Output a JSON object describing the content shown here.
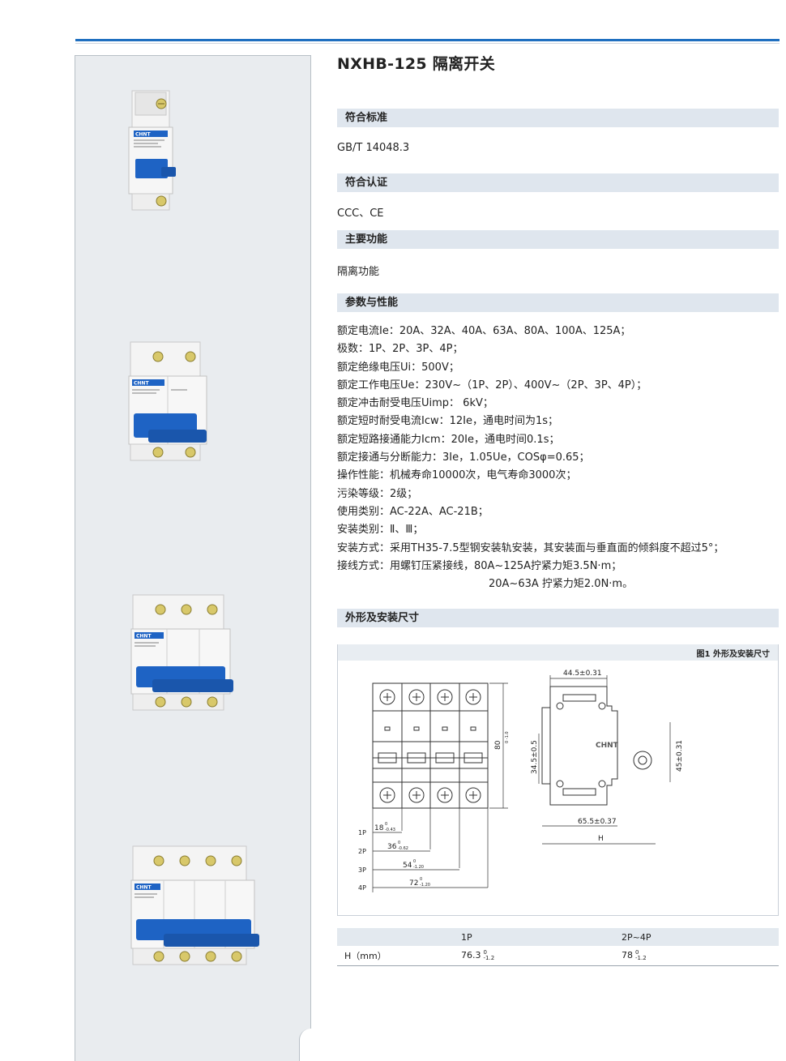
{
  "title": "NXHB-125 隔离开关",
  "sections": {
    "standard": {
      "heading": "符合标准",
      "text": "GB/T 14048.3"
    },
    "certification": {
      "heading": "符合认证",
      "text": "CCC、CE"
    },
    "function": {
      "heading": "主要功能",
      "text": "隔离功能"
    },
    "parameters": {
      "heading": "参数与性能",
      "items": [
        "额定电流Ie：20A、32A、40A、63A、80A、100A、125A；",
        "极数：1P、2P、3P、4P；",
        "额定绝缘电压Ui：500V；",
        "额定工作电压Ue：230V~（1P、2P）、400V~（2P、3P、4P）；",
        "额定冲击耐受电压Uimp： 6kV；",
        "额定短时耐受电流Icw：12Ie，通电时间为1s；",
        "额定短路接通能力Icm：20Ie，通电时间0.1s；",
        "额定接通与分断能力：3Ie，1.05Ue，COSφ=0.65；",
        "操作性能：机械寿命10000次，电气寿命3000次；",
        "污染等级：2级；",
        "使用类别：AC-22A、AC-21B；",
        "安装类别：Ⅱ、Ⅲ；",
        "安装方式：采用TH35-7.5型钢安装轨安装，其安装面与垂直面的倾斜度不超过5°；",
        "接线方式：用螺钉压紧接线，80A~125A拧紧力矩3.5N·m；",
        "20A~63A 拧紧力矩2.0N·m。"
      ]
    },
    "dimensions": {
      "heading": "外形及安装尺寸"
    }
  },
  "figure": {
    "caption": "图1  外形及安装尺寸",
    "labels": {
      "w1": "18",
      "w1_tol_top": "0",
      "w1_tol_bot": "-0.43",
      "w2": "36",
      "w2_tol_top": "0",
      "w2_tol_bot": "-0.62",
      "w3": "54",
      "w3_tol_top": "0",
      "w3_tol_bot": "-1.20",
      "w4": "72",
      "w4_tol_top": "0",
      "w4_tol_bot": "-1.20",
      "height80": "80",
      "height80_tol": "0 -1.0",
      "p1": "1P",
      "p2": "2P",
      "p3": "3P",
      "p4": "4P",
      "depth_top": "44.5±0.31",
      "depth_left": "34.5±0.5",
      "height_right": "45±0.31",
      "depth_bottom": "65.5±0.37",
      "H": "H",
      "brand": "CHNT"
    }
  },
  "h_table": {
    "headers": [
      "",
      "1P",
      "2P~4P"
    ],
    "row_label": "H（mm）",
    "v1": "76.3",
    "v1_tol_top": "0",
    "v1_tol_bot": "-1.2",
    "v2": "78",
    "v2_tol_top": "0",
    "v2_tol_bot": "-1.2"
  },
  "products": {
    "brand": "CHNT"
  },
  "colors": {
    "accent": "#1f6fc0",
    "handle_blue": "#1e63c4",
    "section_bg": "#dfe6ee"
  }
}
